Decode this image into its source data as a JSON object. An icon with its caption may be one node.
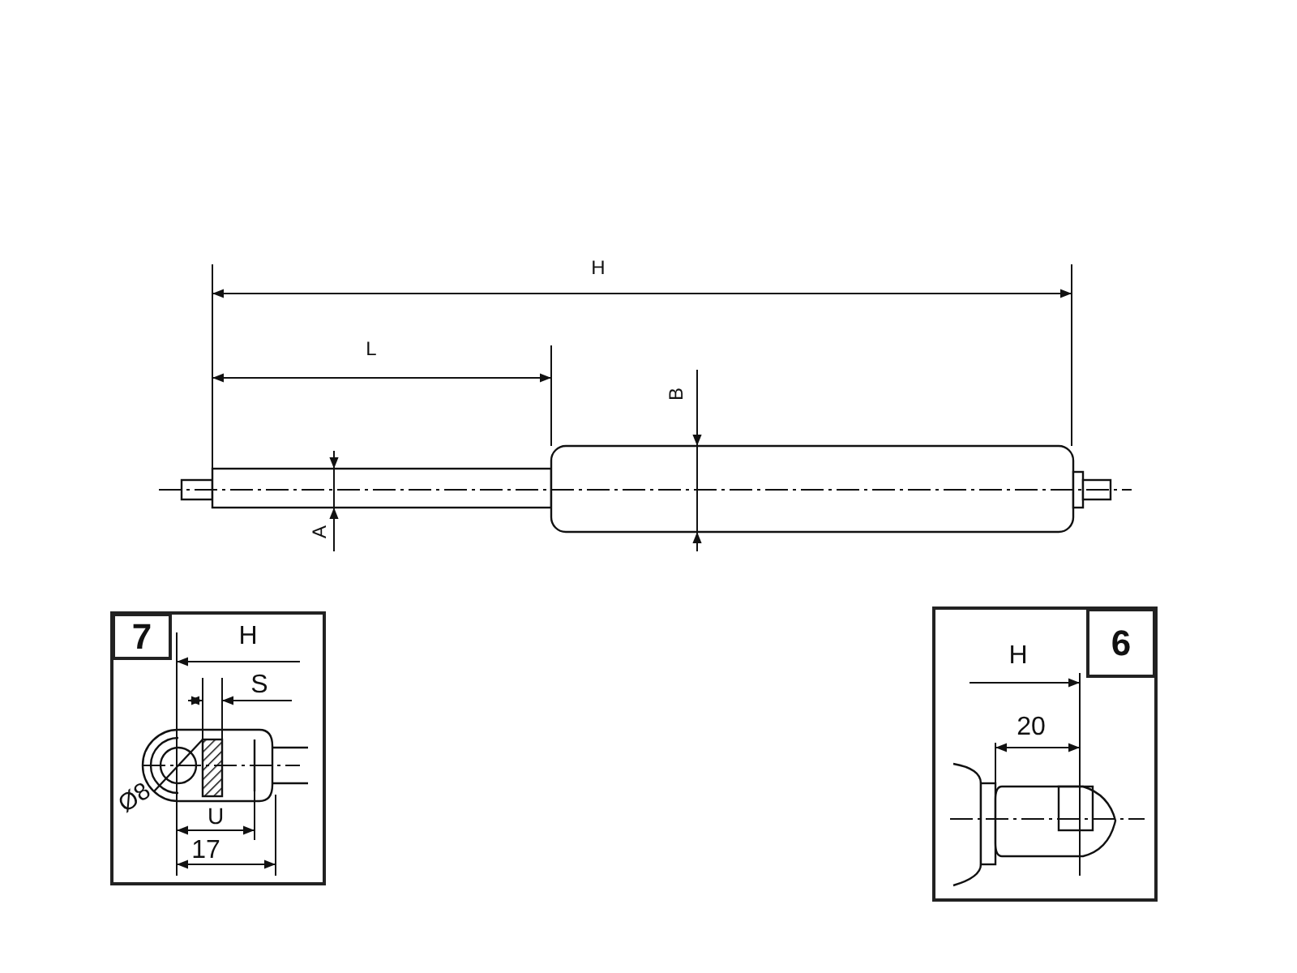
{
  "diagram": {
    "nodes": [
      {
        "text": [
          "7"
        ]
      },
      {
        "text": [
          "6"
        ]
      }
    ],
    "labels": [
      "H",
      "L",
      "B",
      "A",
      "H",
      "S",
      "Ø8",
      "U",
      "17",
      "H",
      "20"
    ]
  }
}
